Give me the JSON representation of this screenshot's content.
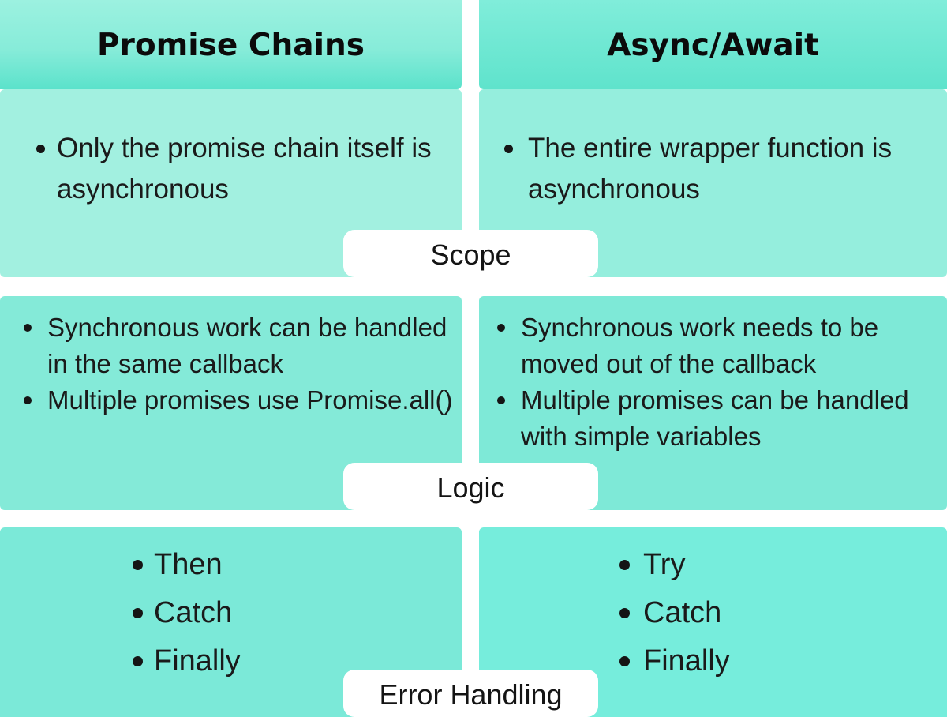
{
  "title_row": {
    "left": "Promise Chains",
    "right": "Async/Await"
  },
  "sections": [
    {
      "label": "Scope",
      "left": [
        "Only the promise chain itself is asynchronous"
      ],
      "right": [
        "The entire wrapper function is asynchronous"
      ]
    },
    {
      "label": "Logic",
      "left": [
        "Synchronous work can be handled in the same callback",
        "Multiple promises use Promise.all()"
      ],
      "right": [
        "Synchronous work needs to be moved out of the callback",
        "Multiple promises can be handled with simple variables"
      ]
    },
    {
      "label": "Error Handling",
      "left": [
        "Then",
        "Catch",
        "Finally"
      ],
      "right": [
        "Try",
        "Catch",
        "Finally"
      ]
    }
  ],
  "colors": {
    "text_dark": "#141414",
    "pill_white": "#ffffff",
    "header_left_top": "#9cf1e0",
    "header_left_mid": "#87ecd9",
    "header_left_bottom": "#5be2cb",
    "header_right_top": "#80edda",
    "header_right_bottom": "#5fe3cc",
    "s1_left": "#a2f0e0",
    "s1_right": "#95eedd",
    "s2_left": "#84ead8",
    "s2_right": "#7ee9d7",
    "s3_left": "#7be9d8",
    "s3_right": "#76eddc"
  }
}
